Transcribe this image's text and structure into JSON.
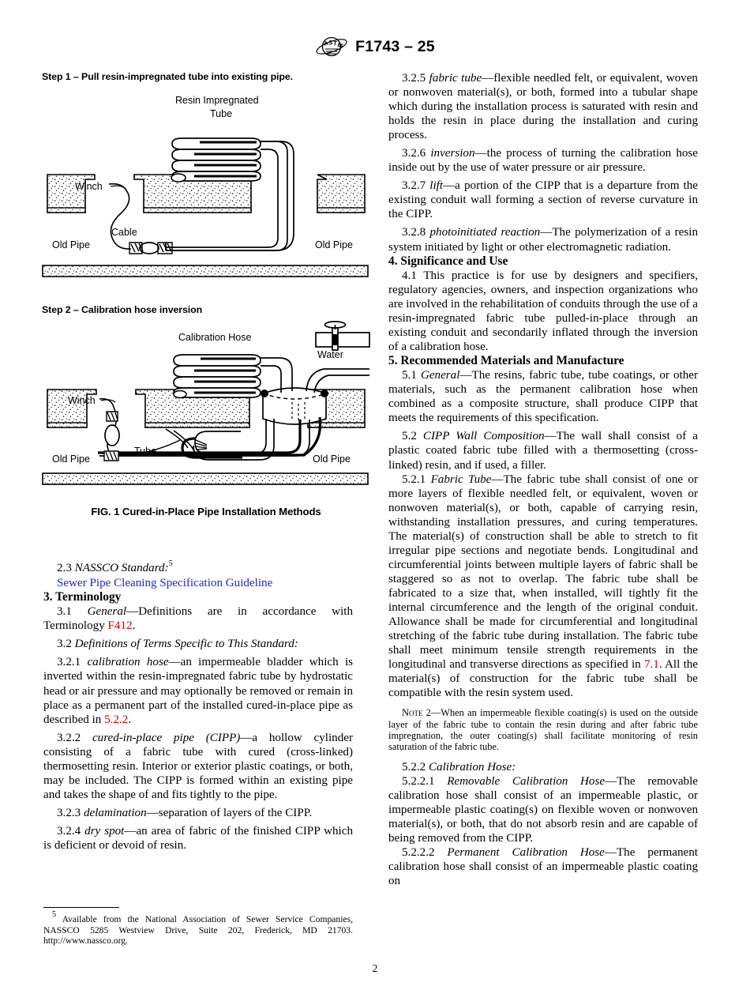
{
  "header": {
    "logo_icon": "astm-logo",
    "designation": "F1743 – 25"
  },
  "figure": {
    "step1_title": "Step 1 – Pull resin-impregnated tube into existing pipe.",
    "step2_title": "Step 2 – Calibration hose inversion",
    "caption": "FIG. 1  Cured-in-Place Pipe Installation Methods",
    "labels": {
      "resin_tube_line1": "Resin Impregnated",
      "resin_tube_line2": "Tube",
      "winch": "Winch",
      "cable": "Cable",
      "old_pipe_left": "Old Pipe",
      "old_pipe_right": "Old Pipe",
      "calibration_hose": "Calibration Hose",
      "water": "Water",
      "tube": "Tube"
    }
  },
  "left_column": {
    "nassco_number": "2.3",
    "nassco_title": "NASSCO Standard:",
    "nassco_footnote_marker": "5",
    "nassco_link": "Sewer Pipe Cleaning Specification Guideline",
    "terminology_heading": "3.  Terminology",
    "p_3_1_num": "3.1",
    "p_3_1_term": "General",
    "p_3_1_body_a": "—Definitions are in accordance with Terminology ",
    "p_3_1_link": "F412",
    "p_3_1_body_b": ".",
    "p_3_2_num": "3.2",
    "p_3_2_term": "Definitions of Terms Specific to This Standard:",
    "p_3_2_1_num": "3.2.1",
    "p_3_2_1_term": "calibration hose",
    "p_3_2_1_body_a": "—an impermeable bladder which is inverted within the resin-impregnated fabric tube by hydrostatic head or air pressure and may optionally be removed or remain in place as a permanent part of the installed cured-in-place pipe as described in ",
    "p_3_2_1_link": "5.2.2",
    "p_3_2_1_body_b": ".",
    "p_3_2_2_num": "3.2.2",
    "p_3_2_2_term": "cured-in-place pipe (CIPP)",
    "p_3_2_2_body": "—a hollow cylinder consisting of a fabric tube with cured (cross-linked) thermosetting resin. Interior or exterior plastic coatings, or both, may be included. The CIPP is formed within an existing pipe and takes the shape of and fits tightly to the pipe.",
    "p_3_2_3_num": "3.2.3",
    "p_3_2_3_term": "delamination",
    "p_3_2_3_body": "—separation of layers of the CIPP.",
    "p_3_2_4_num": "3.2.4",
    "p_3_2_4_term": "dry spot",
    "p_3_2_4_body": "—an area of fabric of the finished CIPP which is deficient or devoid of resin."
  },
  "footnote": {
    "marker": "5",
    "text": " Available from the National Association of Sewer Service Companies, NASSCO 5285 Westview Drive, Suite 202, Frederick, MD 21703. http://www.nassco.org."
  },
  "right_column": {
    "p_3_2_5_num": "3.2.5",
    "p_3_2_5_term": "fabric tube",
    "p_3_2_5_body": "—flexible needled felt, or equivalent, woven or nonwoven material(s), or both, formed into a tubular shape which during the installation process is saturated with resin and holds the resin in place during the installation and curing process.",
    "p_3_2_6_num": "3.2.6",
    "p_3_2_6_term": "inversion",
    "p_3_2_6_body": "—the process of turning the calibration hose inside out by the use of water pressure or air pressure.",
    "p_3_2_7_num": "3.2.7",
    "p_3_2_7_term": "lift",
    "p_3_2_7_body": "—a portion of the CIPP that is a departure from the existing conduit wall forming a section of reverse curvature in the CIPP.",
    "p_3_2_8_num": "3.2.8",
    "p_3_2_8_term": "photoinitiated reaction",
    "p_3_2_8_body": "—The polymerization of a resin system initiated by light or other electromagnetic radiation.",
    "significance_heading": "4.  Significance and Use",
    "p_4_1_num": "4.1",
    "p_4_1_body": "This practice is for use by designers and specifiers, regulatory agencies, owners, and inspection organizations who are involved in the rehabilitation of conduits through the use of a resin-impregnated fabric tube pulled-in-place through an existing conduit and secondarily inflated through the inversion of a calibration hose.",
    "materials_heading": "5.  Recommended Materials and Manufacture",
    "p_5_1_num": "5.1",
    "p_5_1_term": "General",
    "p_5_1_body": "—The resins, fabric tube, tube coatings, or other materials, such as the permanent calibration hose when combined as a composite structure, shall produce CIPP that meets the requirements of this specification.",
    "p_5_2_num": "5.2",
    "p_5_2_term": "CIPP Wall Composition",
    "p_5_2_body": "—The wall shall consist of a plastic coated fabric tube filled with a thermosetting (cross-linked) resin, and if used, a filler.",
    "p_5_2_1_num": "5.2.1",
    "p_5_2_1_term": "Fabric Tube",
    "p_5_2_1_body_a": "—The fabric tube shall consist of one or more layers of flexible needled felt, or equivalent, woven or nonwoven material(s), or both, capable of carrying resin, withstanding installation pressures, and curing temperatures. The material(s) of construction shall be able to stretch to fit irregular pipe sections and negotiate bends. Longitudinal and circumferential joints between multiple layers of fabric shall be staggered so as not to overlap. The fabric tube shall be fabricated to a size that, when installed, will tightly fit the internal circumference and the length of the original conduit. Allowance shall be made for circumferential and longitudinal stretching of the fabric tube during installation. The fabric tube shall meet minimum tensile strength requirements in the longitudinal and transverse directions as specified in ",
    "p_5_2_1_link": "7.1",
    "p_5_2_1_body_b": ". All the material(s) of construction for the fabric tube shall be compatible with the resin system used.",
    "note2_label": "Note",
    "note2_num": " 2",
    "note2_body": "—When an impermeable flexible coating(s) is used on the outside layer of the fabric tube to contain the resin during and after fabric tube impregnation, the outer coating(s) shall facilitate monitoring of resin saturation of the fabric tube.",
    "p_5_2_2_num": "5.2.2",
    "p_5_2_2_term": "Calibration Hose:",
    "p_5_2_2_1_num": "5.2.2.1",
    "p_5_2_2_1_term": "Removable Calibration Hose",
    "p_5_2_2_1_body": "—The removable calibration hose shall consist of an impermeable plastic, or impermeable plastic coating(s) on flexible woven or nonwoven material(s), or both, that do not absorb resin and are capable of being removed from the CIPP.",
    "p_5_2_2_2_num": "5.2.2.2",
    "p_5_2_2_2_term": "Permanent Calibration Hose",
    "p_5_2_2_2_body": "—The permanent calibration hose shall consist of an impermeable plastic coating on"
  },
  "page_number": "2",
  "colors": {
    "link_blue": "#2222cc",
    "link_red": "#c00000",
    "text": "#000000",
    "background": "#ffffff"
  }
}
